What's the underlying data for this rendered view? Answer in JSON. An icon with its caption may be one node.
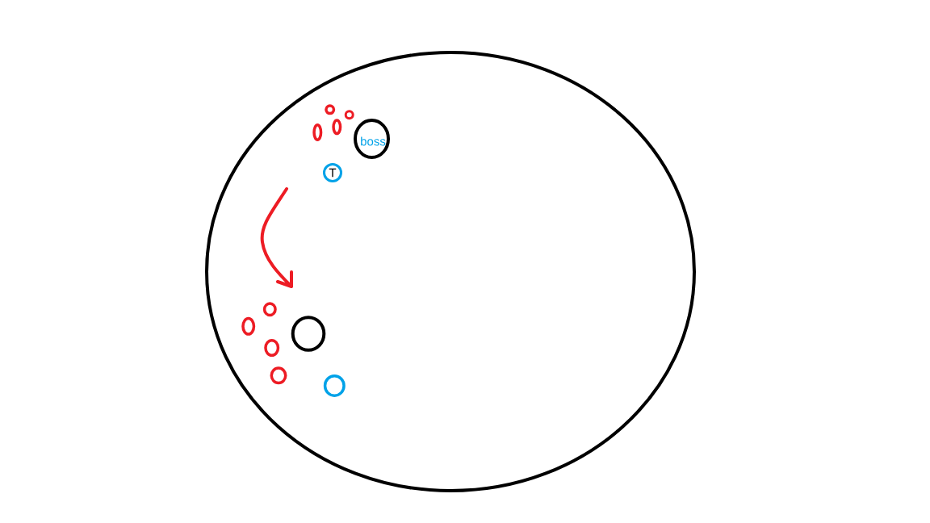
{
  "diagram": {
    "nodes": [
      {
        "text": [],
        "shape": "circle"
      },
      {
        "text": [],
        "shape": "circle",
        "in": 0
      },
      {
        "text": [],
        "shape": "circle",
        "in": 0
      },
      {
        "text": [],
        "shape": "circle",
        "in": 0
      },
      {
        "text": [],
        "shape": "circle",
        "in": 0
      },
      {
        "text": [
          "boss"
        ],
        "in": 0
      },
      {
        "text": [
          "T"
        ],
        "in": 0
      },
      {
        "text": [],
        "shape": "circle",
        "in": 0
      },
      {
        "text": [],
        "shape": "circle",
        "in": 0
      },
      {
        "text": [],
        "shape": "circle",
        "in": 0
      },
      {
        "text": [],
        "shape": "circle",
        "in": 0
      },
      {
        "text": [],
        "shape": "circle",
        "in": 0
      },
      {
        "text": [],
        "shape": "circle",
        "in": 0
      }
    ]
  }
}
